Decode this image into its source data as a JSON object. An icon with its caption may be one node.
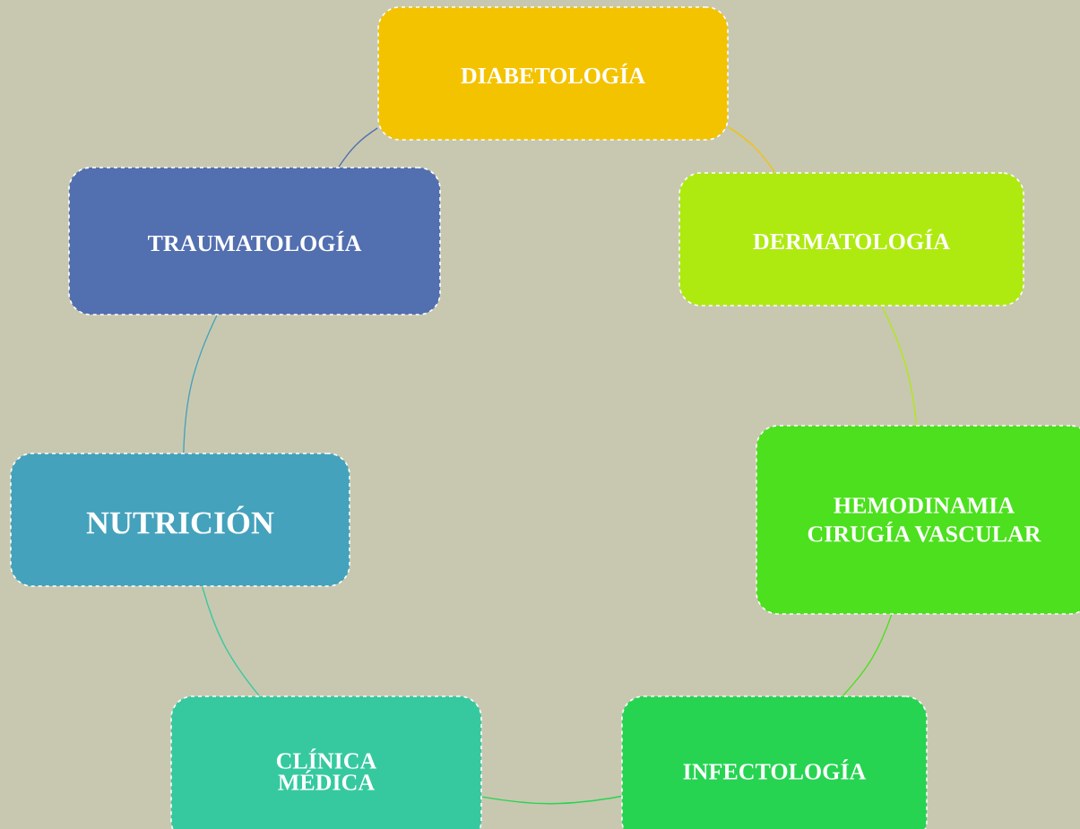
{
  "diagram": {
    "nodes": [
      {
        "text": [
          "DIABETOLOGÍA"
        ]
      },
      {
        "text": [
          "DERMATOLOGÍA"
        ]
      },
      {
        "text": [
          "HEMODINAMIA",
          "CIRUGÍA VASCULAR"
        ]
      },
      {
        "text": [
          "INFECTOLOGÍA"
        ]
      },
      {
        "text": [
          "CLÍNICA MÉDICA"
        ]
      },
      {
        "text": [
          "NUTRICIÓN"
        ]
      },
      {
        "text": [
          "TRAUMATOLOGÍA"
        ]
      }
    ],
    "edges": [
      {
        "from": 0,
        "to": 1,
        "arrow": "none",
        "color": "#f4c300"
      },
      {
        "from": 1,
        "to": 2,
        "arrow": "none",
        "color": "#aeea10"
      },
      {
        "from": 2,
        "to": 3,
        "arrow": "none",
        "color": "#4ce01e"
      },
      {
        "from": 3,
        "to": 4,
        "arrow": "none",
        "color": "#26d452"
      },
      {
        "from": 4,
        "to": 5,
        "arrow": "none",
        "color": "#36c9a0"
      },
      {
        "from": 5,
        "to": 6,
        "arrow": "none",
        "color": "#44a2bc"
      },
      {
        "from": 6,
        "to": 0,
        "arrow": "none",
        "color": "#526fb0"
      }
    ]
  }
}
